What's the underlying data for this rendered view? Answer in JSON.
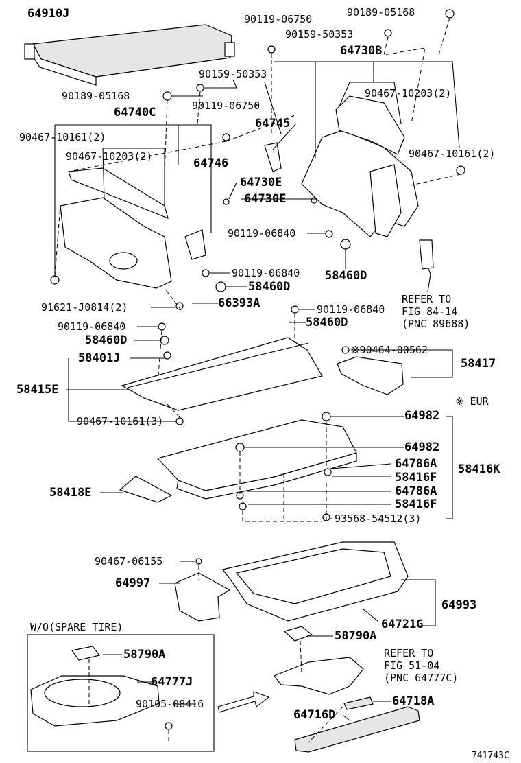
{
  "labels": {
    "p64910J": "64910J",
    "p90119_06750_top": "90119-06750",
    "p90189_05168_top": "90189-05168",
    "p90159_50353_top": "90159-50353",
    "p64730B": "64730B",
    "p90467_10203_r": "90467-10203(2)",
    "p64745": "64745",
    "p90467_10161_r": "90467-10161(2)",
    "p90159_50353_l": "90159-50353",
    "p90189_05168_l": "90189-05168",
    "p64740C": "64740C",
    "p90119_06750_l": "90119-06750",
    "p90467_10161_l": "90467-10161(2)",
    "p90467_10203_l": "90467-10203(2)",
    "p64746": "64746",
    "p64730E_a": "64730E",
    "p64730E_b": "64730E",
    "p90119_06840_a": "90119-06840",
    "p58460D_a": "58460D",
    "p90119_06840_b": "90119-06840",
    "p58460D_b": "58460D",
    "p91621_J0814": "91621-J0814(2)",
    "p66393A": "66393A",
    "p90119_06840_c": "90119-06840",
    "p58460D_c": "58460D",
    "p90119_06840_d": "90119-06840",
    "p58460D_d": "58460D",
    "p58401J": "58401J",
    "p90464_00562": "※90464-00562",
    "p58417": "58417",
    "p58415E": "58415E",
    "p90467_10161_3": "90467-10161(3)",
    "eur_note": "※ EUR",
    "p64982_a": "64982",
    "p64982_b": "64982",
    "p64786A_a": "64786A",
    "p58416K": "58416K",
    "p58416F_a": "58416F",
    "p58418E": "58418E",
    "p64786A_b": "64786A",
    "p58416F_b": "58416F",
    "p93568_54512": "93568-54512(3)",
    "p90467_06155": "90467-06155",
    "p64997": "64997",
    "p64993": "64993",
    "p64721G": "64721G",
    "p58790A_r": "58790A",
    "wo_spare": "W/O(SPARE TIRE)",
    "p58790A_box": "58790A",
    "p64777J": "64777J",
    "p90105_08416": "90105-08416",
    "p64718A": "64718A",
    "p64716D": "64716D",
    "diagram_id": "741743C"
  },
  "refs": {
    "ref1_l1": "REFER TO",
    "ref1_l2": "FIG 84-14",
    "ref1_l3": "(PNC 89688)",
    "ref2_l1": "REFER TO",
    "ref2_l2": "FIG 51-04",
    "ref2_l3": "(PNC 64777C)"
  }
}
